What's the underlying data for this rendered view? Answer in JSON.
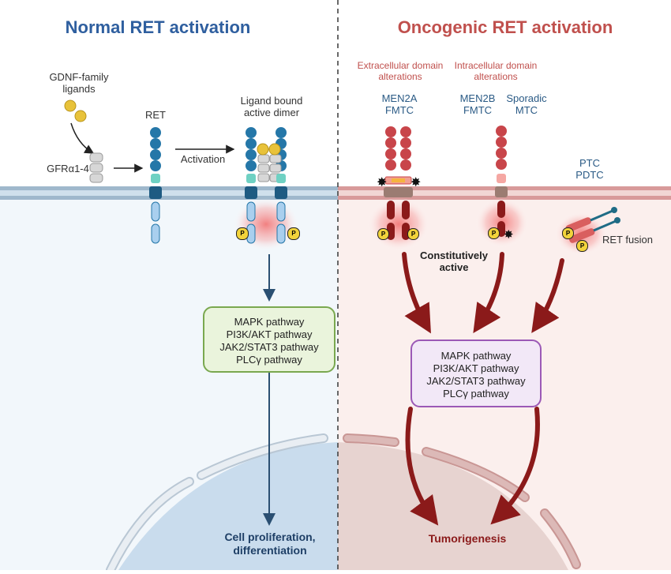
{
  "left_panel": {
    "title": "Normal RET activation",
    "ligands_label": "GDNF-family ligands",
    "gfr_label": "GFRα1-4",
    "ret_label": "RET",
    "activation_label": "Activation",
    "dimer_label": "Ligand bound active dimer",
    "pathways": [
      "MAPK pathway",
      "PI3K/AKT pathway",
      "JAK2/STAT3 pathway",
      "PLCγ pathway"
    ],
    "outcome": "Cell proliferation, differentiation",
    "phospho_mark": "P"
  },
  "right_panel": {
    "title": "Oncogenic RET activation",
    "extracellular_label": "Extracellular domain alterations",
    "intracellular_label": "Intracellular domain alterations",
    "men2a_label": "MEN2A FMTC",
    "men2b_label": "MEN2B FMTC",
    "sporadic_label": "Sporadic MTC",
    "ptc_label": "PTC PDTC",
    "fusion_label": "RET fusion",
    "constitutive_label": "Constitutively active",
    "pathways": [
      "MAPK pathway",
      "PI3K/AKT pathway",
      "JAK2/STAT3 pathway",
      "PLCγ pathway"
    ],
    "outcome": "Tumorigenesis",
    "phospho_mark": "P"
  },
  "colors": {
    "normal_title": "#2f5f9f",
    "oncogenic_title": "#c0504d",
    "normal_bg": "#f2f7fb",
    "oncogenic_bg": "#fbefed",
    "receptor_blue": "#2577a8",
    "receptor_red": "#c8454a",
    "pathway_box_green": "#eaf4dc",
    "pathway_box_purple": "#f2e8f7",
    "arrow_dark_red": "#8b1a1a"
  }
}
